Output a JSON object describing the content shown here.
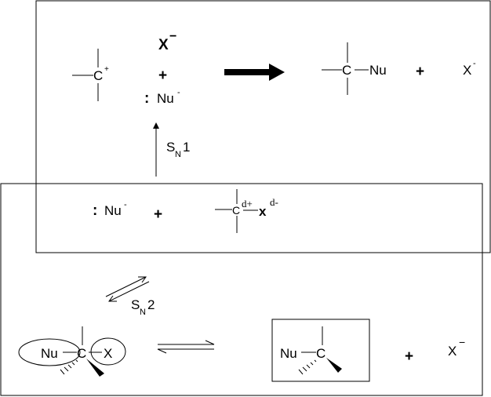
{
  "sn1_box": {
    "carbocation": {
      "atom": "C",
      "charge": "+"
    },
    "leaving_ion": {
      "symbol": "X",
      "charge": "−"
    },
    "plus_1": "+",
    "nucleophile": {
      "lone_pair": ":",
      "symbol": "Nu",
      "charge": "-"
    },
    "product": {
      "atom": "C",
      "group": "Nu"
    },
    "plus_2": "+",
    "halide": {
      "symbol": "X",
      "charge": "-"
    }
  },
  "sn1_label": {
    "S": "S",
    "sub": "N",
    "num": "1"
  },
  "reactants": {
    "nucleophile": {
      "lone_pair": ":",
      "symbol": "Nu",
      "charge": "-"
    },
    "plus": "+",
    "substrate": {
      "atom": "C",
      "carbon_partial": "d+",
      "leaving": "x",
      "leaving_partial": "d-"
    }
  },
  "sn2_label": {
    "S": "S",
    "sub": "N",
    "num": "2"
  },
  "transition_state": {
    "nu": "Nu",
    "atom": "C",
    "x": "X"
  },
  "sn2_product": {
    "nu": "Nu",
    "atom": "C"
  },
  "sn2_plus": "+",
  "sn2_halide": {
    "symbol": "X",
    "charge": "−"
  }
}
